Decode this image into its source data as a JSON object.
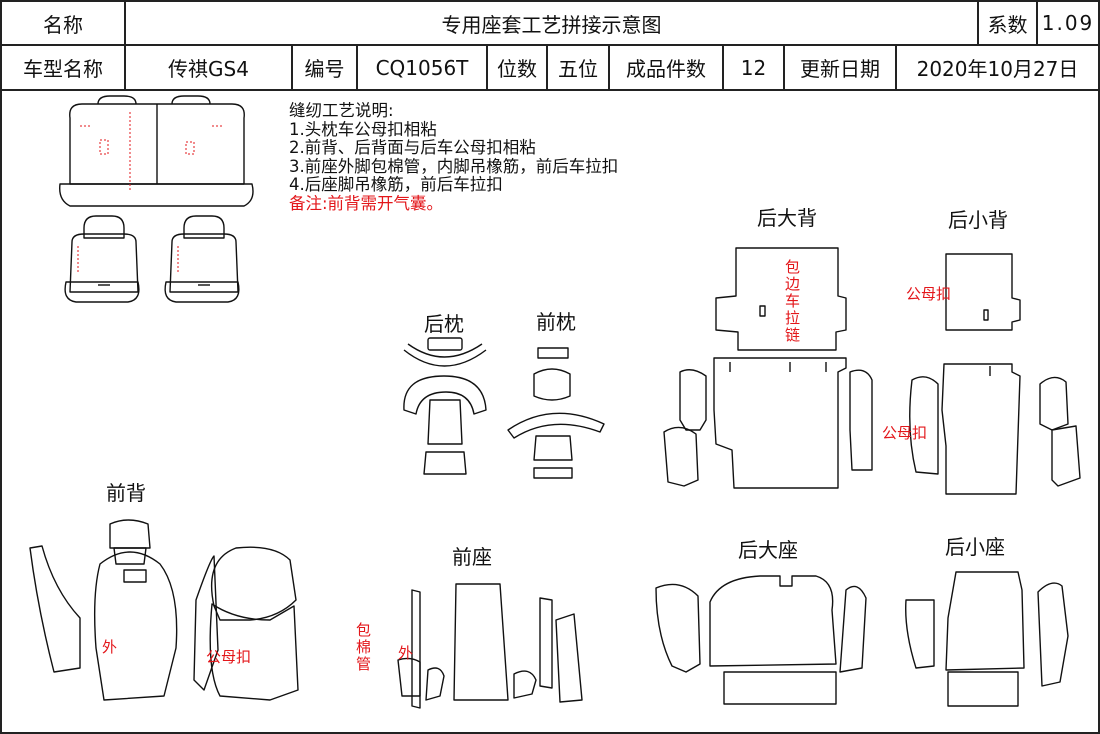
{
  "header": {
    "name_label": "名称",
    "title": "专用座套工艺拼接示意图",
    "coef_label": "系数",
    "coef_value": "1.09",
    "model_label": "车型名称",
    "model_value": "传祺GS4",
    "code_label": "编号",
    "code_value": "CQ1056T",
    "seats_label": "位数",
    "seats_value": "五位",
    "pieces_label": "成品件数",
    "pieces_value": "12",
    "date_label": "更新日期",
    "date_value": "2020年10月27日"
  },
  "notes": {
    "heading": "缝纫工艺说明:",
    "items": [
      "1.头枕车公母扣相粘",
      "2.前背、后背面与后车公母扣相粘",
      "3.前座外脚包棉管，内脚吊橡筋，前后车拉扣",
      "4.后座脚吊橡筋，前后车拉扣"
    ],
    "remark": "备注:前背需开气囊。"
  },
  "sections": {
    "rear_pillow": "后枕",
    "front_pillow": "前枕",
    "rear_big_back": "后大背",
    "rear_small_back": "后小背",
    "front_back": "前背",
    "front_seat": "前座",
    "rear_big_seat": "后大座",
    "rear_small_seat": "后小座"
  },
  "annotations": {
    "zip_edge": "包边车拉链",
    "snap_1": "公母扣",
    "snap_2": "公母扣",
    "snap_3": "公母扣",
    "outer_1": "外",
    "outer_2": "外",
    "foam_tube": "包棉管"
  },
  "colors": {
    "line": "#111111",
    "accent_red": "#e3171b"
  }
}
